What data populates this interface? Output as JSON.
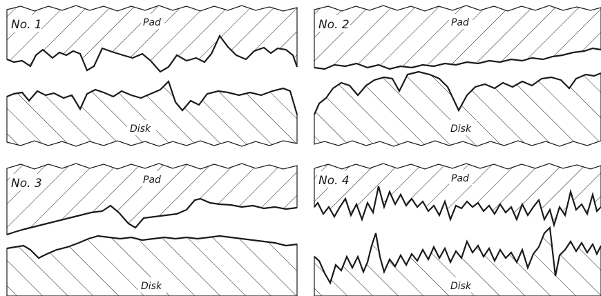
{
  "panels": [
    {
      "id": "1",
      "number_label": "No. 1",
      "top_label": "Pad",
      "bottom_label": "Disk"
    },
    {
      "id": "2",
      "number_label": "No. 2",
      "top_label": "Pad",
      "bottom_label": "Disk"
    },
    {
      "id": "3",
      "number_label": "No. 3",
      "top_label": "Pad",
      "bottom_label": "Disk"
    },
    {
      "id": "4",
      "number_label": "No. 4",
      "top_label": "Pad",
      "bottom_label": "Disk"
    }
  ],
  "colors": {
    "ink": "#1a1a1a",
    "background": "#ffffff"
  }
}
